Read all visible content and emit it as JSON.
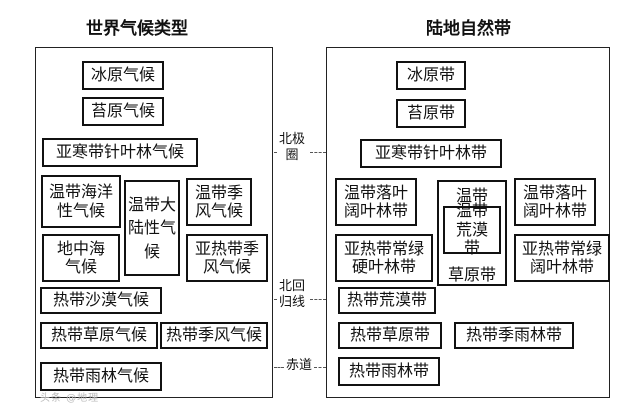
{
  "headings": {
    "left": "世界气候类型",
    "right": "陆地自然带"
  },
  "latitudes": {
    "polar": "北极圈",
    "tropic": "北回归线",
    "equator": "赤道"
  },
  "climate_types": {
    "ice_cap": "冰原气候",
    "tundra": "苔原气候",
    "subarctic": "亚寒带针叶林气候",
    "temperate_maritime": "温带海洋性气候",
    "temperate_continental": "温带大陆性气候",
    "temperate_monsoon": "温带季风气候",
    "mediterranean": "地中海气候",
    "subtropical_monsoon": "亚热带季风气候",
    "tropical_desert": "热带沙漠气候",
    "tropical_savanna": "热带草原气候",
    "tropical_monsoon": "热带季风气候",
    "tropical_rainforest": "热带雨林气候"
  },
  "natural_zones": {
    "ice_sheet": "冰原带",
    "tundra": "苔原带",
    "taiga": "亚寒带针叶林带",
    "temperate_deciduous_left": "温带落叶阔叶林带",
    "temperate_grassland_group": "温带",
    "temperate_desert": "温带荒漠带",
    "grassland": "草原带",
    "temperate_deciduous_right": "温带落叶阔叶林带",
    "subtropical_sclerophyll": "亚热带常绿硬叶林带",
    "subtropical_evergreen_broadleaf": "亚热带常绿阔叶林带",
    "tropical_desert": "热带荒漠带",
    "tropical_grassland": "热带草原带",
    "tropical_monsoon_forest": "热带季雨林带",
    "tropical_rainforest": "热带雨林带"
  },
  "watermark": "头条 @地理"
}
